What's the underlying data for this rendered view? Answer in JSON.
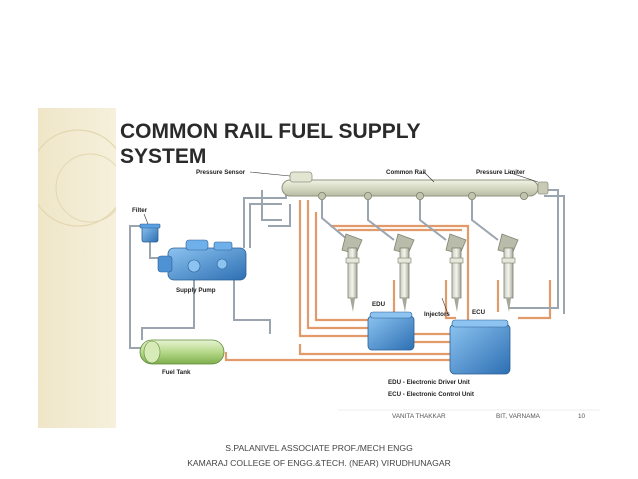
{
  "diagram": {
    "title_line1": "COMMON RAIL FUEL SUPPLY",
    "title_line2": "SYSTEM",
    "labels": {
      "pressure_sensor": "Pressure Sensor",
      "common_rail": "Common Rail",
      "pressure_limiter": "Pressure Limiter",
      "filter": "Filter",
      "supply_pump": "Supply Pump",
      "edu": "EDU",
      "injectors": "Injectors",
      "ecu": "ECU",
      "fuel_tank": "Fuel Tank"
    },
    "legend": {
      "edu": "EDU - Electronic Driver Unit",
      "ecu": "ECU - Electronic Control Unit"
    },
    "credit_author": "VANITA THAKKAR",
    "credit_org": "BIT, VARNAMA",
    "page_number": "10"
  },
  "caption": {
    "line1": "S.PALANIVEL ASSOCIATE PROF./MECH ENGG",
    "line2": "KAMARAJ COLLEGE OF ENGG.&TECH. (NEAR) VIRUDHUNAGAR"
  },
  "colors": {
    "fuel_line": "#9aa5b0",
    "signal_line": "#e39a6a",
    "rail": "#d9dcc6",
    "component_blue": "#3f8fd6",
    "tank_green": "#b7d98a"
  }
}
